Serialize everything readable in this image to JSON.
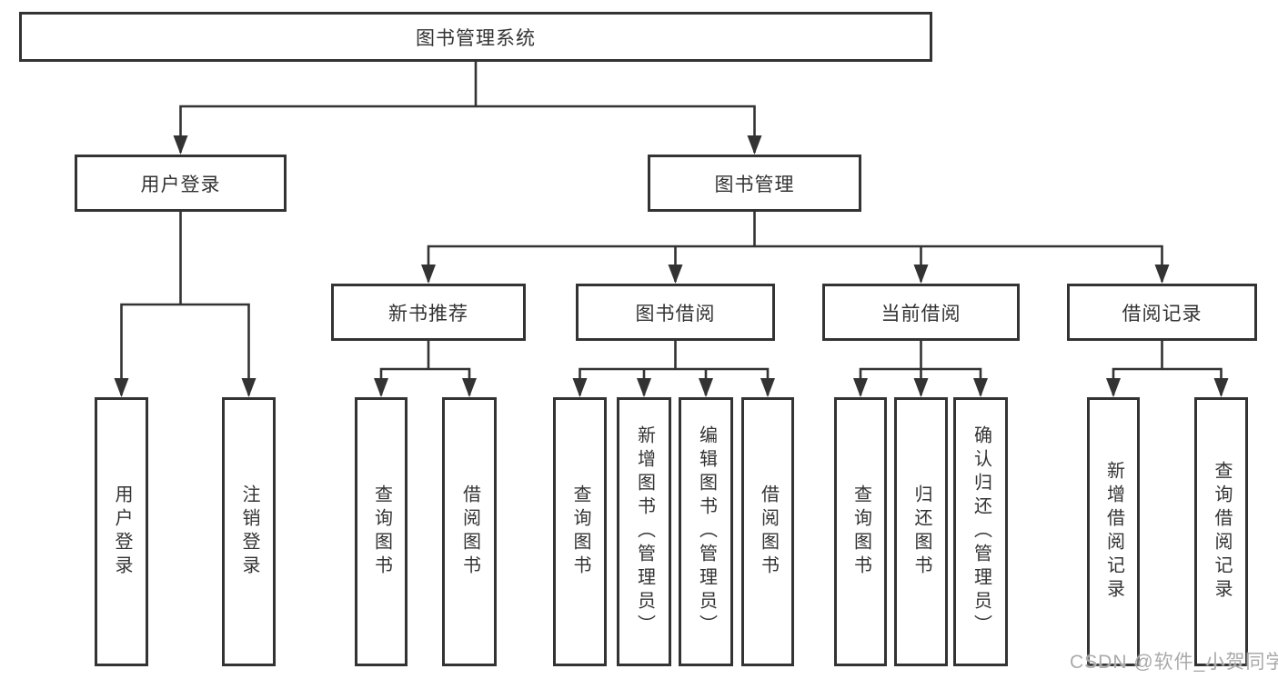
{
  "diagram": {
    "title": "图书管理系统",
    "level2": {
      "user_login": "用户登录",
      "book_management": "图书管理"
    },
    "level3": {
      "new_book_recommendation": "新书推荐",
      "book_borrowing": "图书借阅",
      "current_borrowing": "当前借阅",
      "borrowing_records": "借阅记录"
    },
    "leaves": {
      "login_children": [
        "用户登录",
        "注销登录"
      ],
      "new_book_children": [
        "查询图书",
        "借阅图书"
      ],
      "borrowing_children": [
        "查询图书",
        "新增图书（管理员）",
        "编辑图书（管理员）",
        "借阅图书"
      ],
      "current_children": [
        "查询图书",
        "归还图书",
        "确认归还（管理员）"
      ],
      "records_children": [
        "新增借阅记录",
        "查询借阅记录"
      ]
    }
  },
  "colors": {
    "line": "#333333",
    "text": "#333333",
    "watermark": "#aaaaaa",
    "background": "#ffffff"
  },
  "watermark": "CSDN @软件_小贺同学"
}
